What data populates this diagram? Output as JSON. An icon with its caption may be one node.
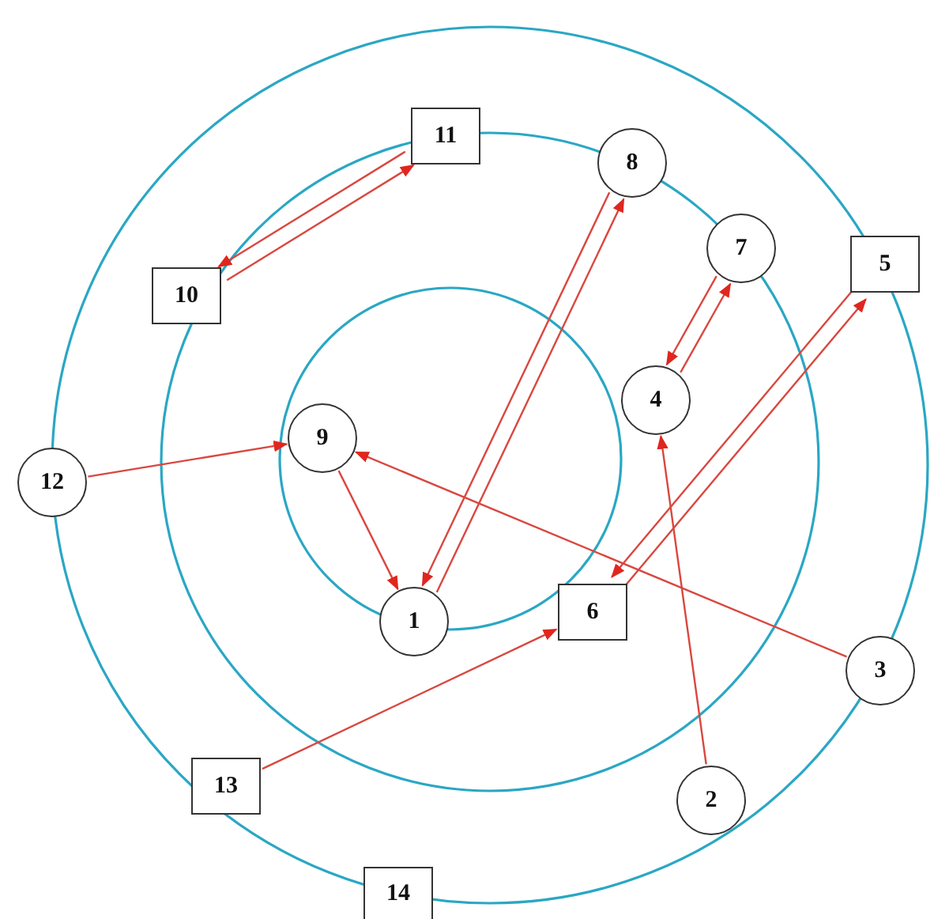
{
  "diagram": {
    "nodes": [
      {
        "text": [
          "1"
        ]
      },
      {
        "text": [
          "2"
        ]
      },
      {
        "text": [
          "3"
        ]
      },
      {
        "text": [
          "4"
        ]
      },
      {
        "text": [
          "5"
        ]
      },
      {
        "text": [
          "6"
        ]
      },
      {
        "text": [
          "7"
        ]
      },
      {
        "text": [
          "8"
        ]
      },
      {
        "text": [
          "9"
        ]
      },
      {
        "text": [
          "10"
        ]
      },
      {
        "text": [
          "11"
        ]
      },
      {
        "text": [
          "12"
        ]
      },
      {
        "text": [
          "13"
        ]
      },
      {
        "text": [
          "14"
        ]
      }
    ],
    "edges": [
      {
        "from": 9,
        "to": 10,
        "arrow": "to"
      },
      {
        "from": 10,
        "to": 9,
        "arrow": "to"
      },
      {
        "from": 7,
        "to": 0,
        "arrow": "to"
      },
      {
        "from": 0,
        "to": 7,
        "arrow": "to"
      },
      {
        "from": 6,
        "to": 3,
        "arrow": "to"
      },
      {
        "from": 3,
        "to": 6,
        "arrow": "to"
      },
      {
        "from": 4,
        "to": 5,
        "arrow": "to"
      },
      {
        "from": 5,
        "to": 4,
        "arrow": "to"
      },
      {
        "from": 1,
        "to": 3,
        "arrow": "to"
      },
      {
        "from": 11,
        "to": 8,
        "arrow": "to"
      },
      {
        "from": 2,
        "to": 8,
        "arrow": "to"
      },
      {
        "from": 8,
        "to": 0,
        "arrow": "to"
      },
      {
        "from": 12,
        "to": 5,
        "arrow": "to"
      }
    ]
  }
}
